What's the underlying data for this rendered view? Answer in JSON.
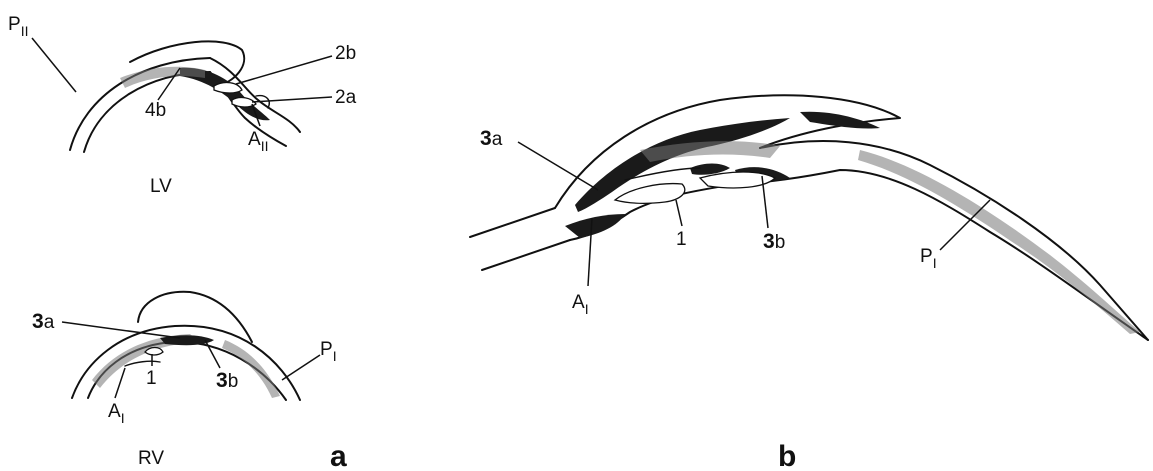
{
  "panels": {
    "a_lv": {
      "view_label": "LV",
      "labels": {
        "p2": {
          "main": "P",
          "sub": "II"
        },
        "l4b": "4b",
        "l2b": "2b",
        "l2a": "2a",
        "a2": {
          "main": "A",
          "sub": "II"
        }
      }
    },
    "a_rv": {
      "view_label": "RV",
      "labels": {
        "l3a_num": "3",
        "l3a_let": "a",
        "l1": "1",
        "l3b_num": "3",
        "l3b_let": "b",
        "p1": {
          "main": "P",
          "sub": "I"
        },
        "a1": {
          "main": "A",
          "sub": "I"
        }
      }
    },
    "b": {
      "labels": {
        "l3a_num": "3",
        "l3a_let": "a",
        "l1": "1",
        "l3b_num": "3",
        "l3b_let": "b",
        "p1": {
          "main": "P",
          "sub": "I"
        },
        "a1": {
          "main": "A",
          "sub": "I"
        }
      }
    }
  },
  "panel_letters": {
    "a": "a",
    "b": "b"
  }
}
